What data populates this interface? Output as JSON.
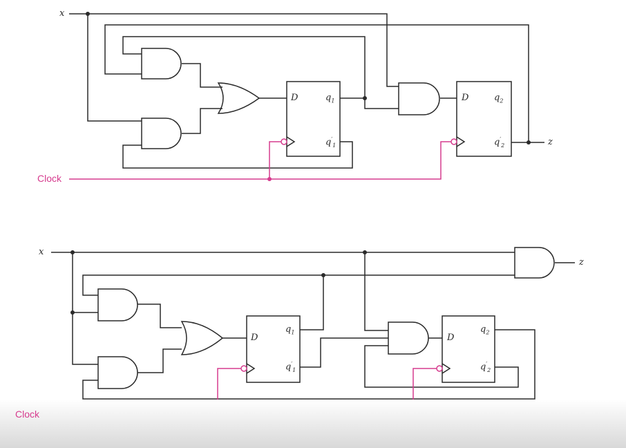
{
  "circuit_top": {
    "input_label": "x",
    "output_label": "z",
    "clock_label": "Clock",
    "ff1": {
      "d": "D",
      "q": "q",
      "q_sub": "1",
      "qbar": "q",
      "qbar_sub": "1"
    },
    "ff2": {
      "d": "D",
      "q": "q",
      "q_sub": "2",
      "qbar": "q",
      "qbar_sub": "2"
    }
  },
  "circuit_bottom": {
    "input_label": "x",
    "output_label": "z",
    "clock_label": "Clock",
    "ff1": {
      "d": "D",
      "q": "q",
      "q_sub": "1",
      "qbar": "q",
      "qbar_sub": "1"
    },
    "ff2": {
      "d": "D",
      "q": "q",
      "q_sub": "2",
      "qbar": "q",
      "qbar_sub": "2"
    }
  },
  "colors": {
    "wire": "#2a2a2a",
    "clock": "#d63b8e",
    "background": "#ffffff"
  }
}
